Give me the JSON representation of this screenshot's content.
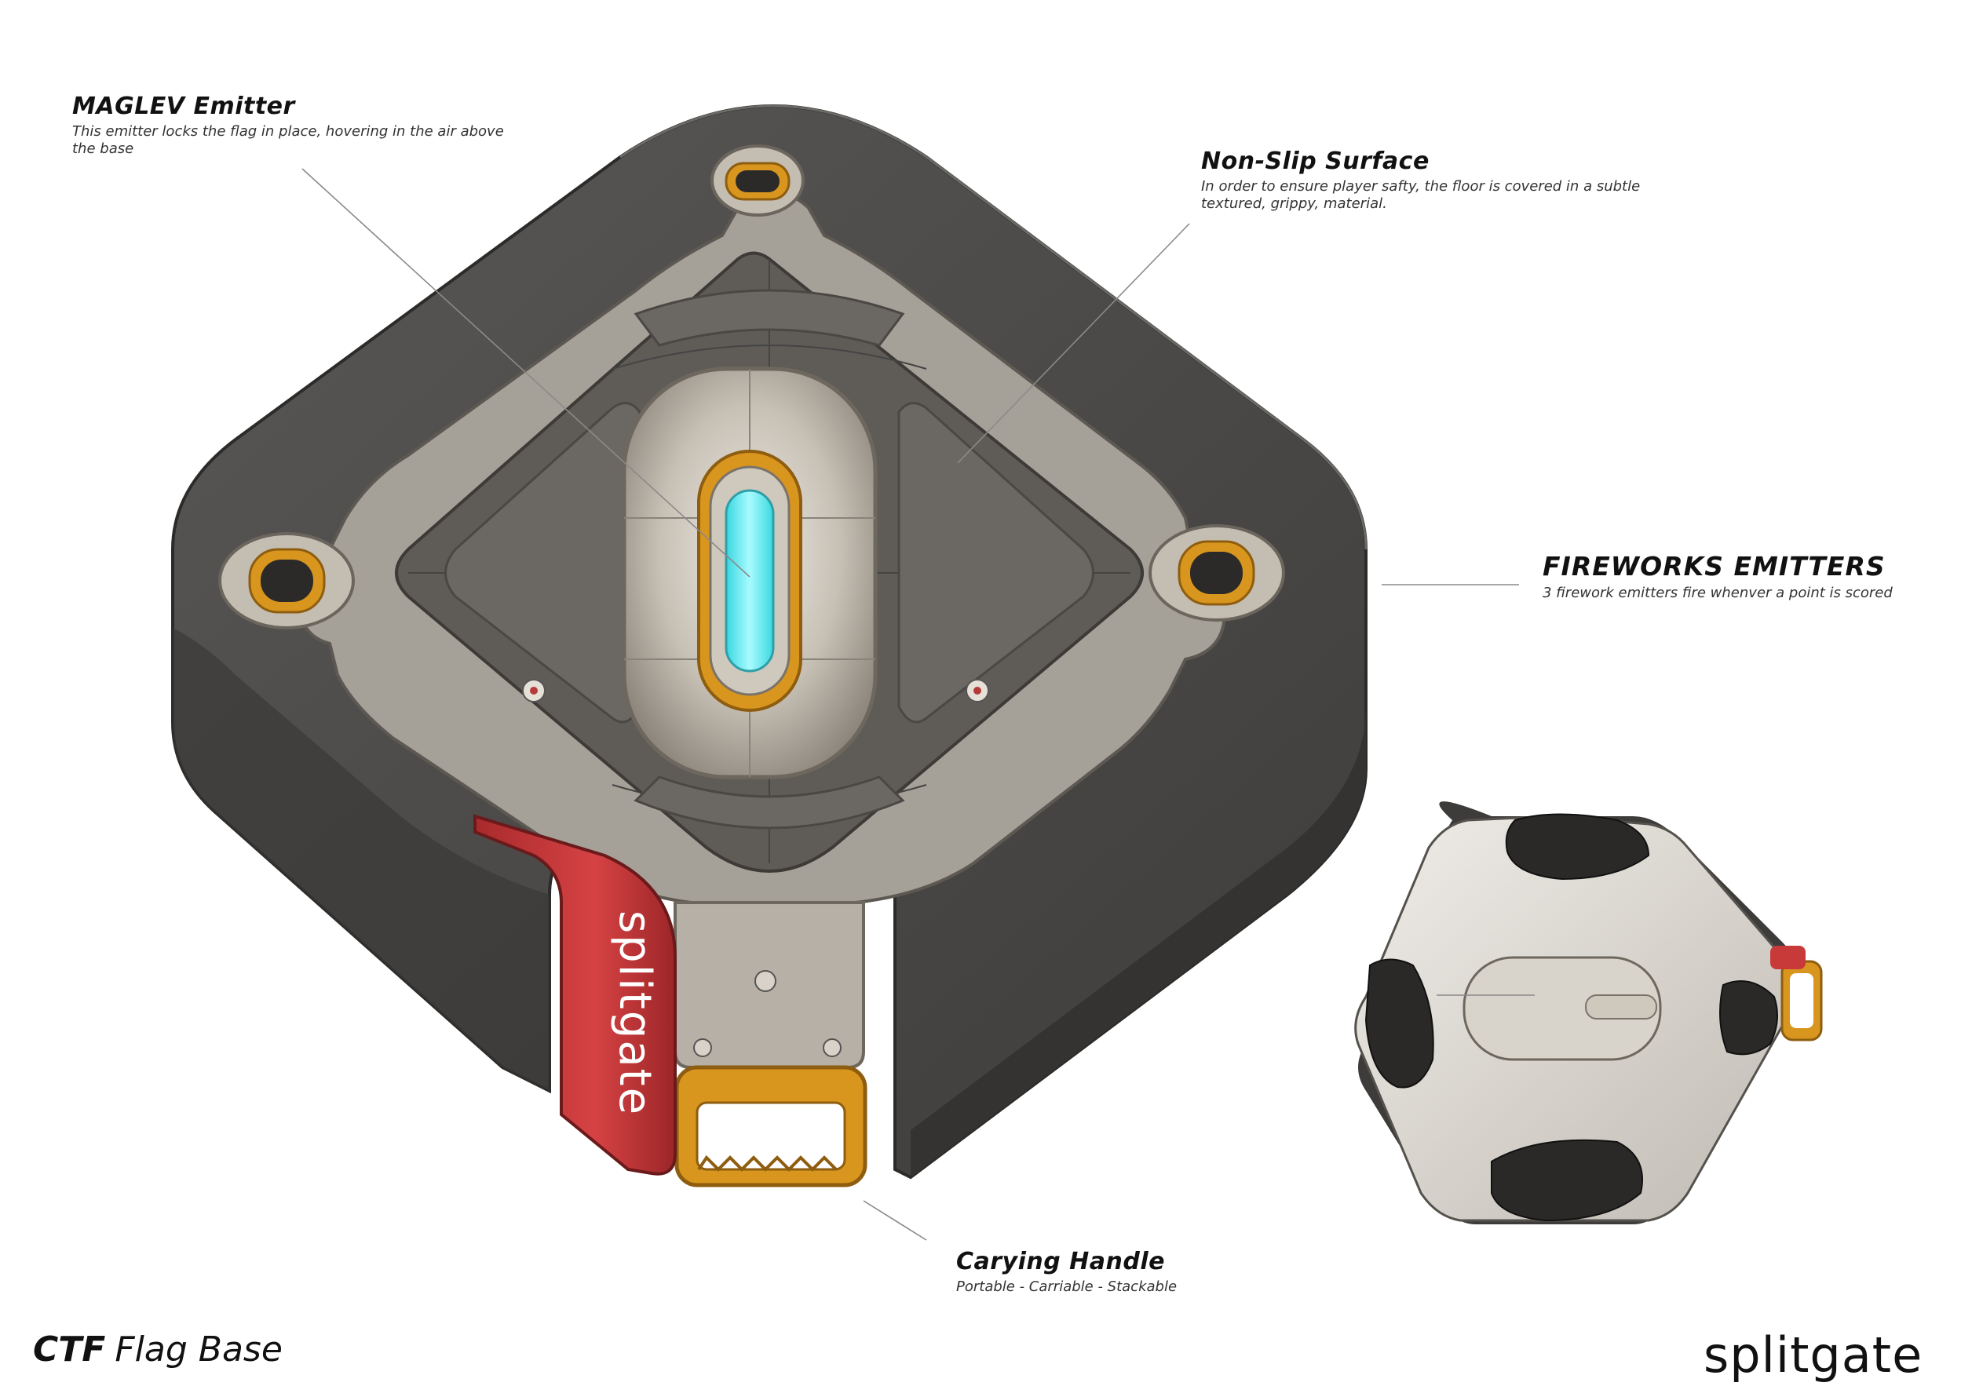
{
  "callouts": {
    "maglev": {
      "title": "MAGLEV Emitter",
      "desc": "This emitter locks the flag in place, hovering in the air above the base"
    },
    "nonslip": {
      "title": "Non-Slip Surface",
      "desc": "In order to ensure player safty, the floor is covered in a subtle textured, grippy, material."
    },
    "fireworks": {
      "title": "FIREWORKS EMITTERS",
      "desc": "3 firework emitters  fire whenver a point is scored"
    },
    "handle": {
      "title": "Carying Handle",
      "desc": "Portable - Carriable - Stackable"
    }
  },
  "footer": {
    "title_strong": "CTF",
    "title_light": "Flag Base",
    "brand": "splitgate",
    "handle_brand": "splitgate"
  },
  "colors": {
    "shell": "#4e4c4a",
    "metal": "#bdb6ac",
    "accent_orange": "#d8961f",
    "accent_red": "#c8393a",
    "glow_cyan": "#58e9ee"
  }
}
